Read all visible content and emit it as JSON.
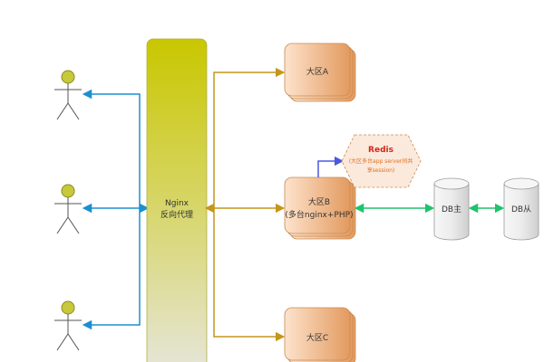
{
  "nginx": {
    "line1": "Nginx",
    "line2": "反向代理"
  },
  "regions": {
    "a": {
      "label": "大区A"
    },
    "b": {
      "line1": "大区B",
      "line2": "(多台nginx+PHP)"
    },
    "c": {
      "label": "大区C"
    }
  },
  "redis": {
    "title": "Redis",
    "line1": "(大区多台app server间共",
    "line2": "享session)"
  },
  "db": {
    "master": "DB主",
    "slave": "DB从"
  },
  "colors": {
    "nginx_top": "#c9c700",
    "nginx_bottom": "#e6e6dc",
    "region_light": "#fde3cc",
    "region_dark": "#e6a067",
    "region_stroke": "#c98a52",
    "redis_fill": "#fbe9dc",
    "redis_stroke": "#c98a52",
    "redis_title": "#d2271c",
    "redis_text": "#e07020",
    "blue_arrow": "#1b8fd0",
    "gold_arrow": "#c4961a",
    "green_arrow": "#1fc46a",
    "purple_arrow": "#4a58e0",
    "user_fill": "#c8c93a"
  }
}
